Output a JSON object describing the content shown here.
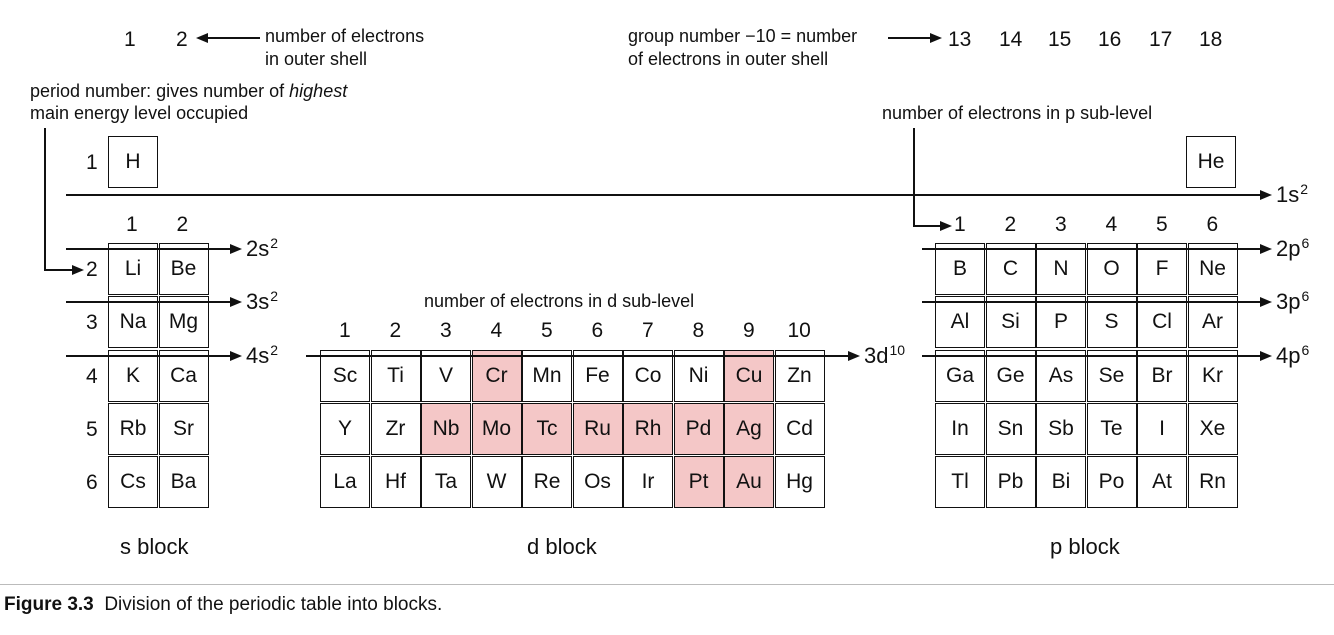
{
  "labels": {
    "top_group_1": "1",
    "top_group_2": "2",
    "outer_shell_note_line1": "number of electrons",
    "outer_shell_note_line2": "in outer shell",
    "group_minus_note_line1": "group number −10 = number",
    "group_minus_note_line2": "of electrons in outer shell",
    "top_groups_p": [
      "13",
      "14",
      "15",
      "16",
      "17",
      "18"
    ],
    "period_note_line1": "period number: gives number of",
    "period_note_italic": "highest",
    "period_note_line2": "main energy level occupied",
    "p_sublevel_note": "number of electrons in p sub-level",
    "d_sublevel_note": "number of electrons in d sub-level",
    "period_1": "1",
    "s_block_groups": [
      "1",
      "2"
    ],
    "d_block_groups": [
      "1",
      "2",
      "3",
      "4",
      "5",
      "6",
      "7",
      "8",
      "9",
      "10"
    ],
    "p_block_groups": [
      "1",
      "2",
      "3",
      "4",
      "5",
      "6"
    ],
    "periods": [
      "2",
      "3",
      "4",
      "5",
      "6"
    ],
    "orbital_1s": "1s",
    "orbital_1s_sup": "2",
    "orbital_2s": "2s",
    "orbital_2s_sup": "2",
    "orbital_3s": "3s",
    "orbital_3s_sup": "2",
    "orbital_4s": "4s",
    "orbital_4s_sup": "2",
    "orbital_3d": "3d",
    "orbital_3d_sup": "10",
    "orbital_2p": "2p",
    "orbital_2p_sup": "6",
    "orbital_3p": "3p",
    "orbital_3p_sup": "6",
    "orbital_4p": "4p",
    "orbital_4p_sup": "6",
    "s_block": "s block",
    "d_block": "d block",
    "p_block": "p block"
  },
  "elements": {
    "H": "H",
    "He": "He",
    "s_block": [
      [
        "Li",
        "Be"
      ],
      [
        "Na",
        "Mg"
      ],
      [
        "K",
        "Ca"
      ],
      [
        "Rb",
        "Sr"
      ],
      [
        "Cs",
        "Ba"
      ]
    ],
    "d_block": [
      [
        "Sc",
        "Ti",
        "V",
        "Cr",
        "Mn",
        "Fe",
        "Co",
        "Ni",
        "Cu",
        "Zn"
      ],
      [
        "Y",
        "Zr",
        "Nb",
        "Mo",
        "Tc",
        "Ru",
        "Rh",
        "Pd",
        "Ag",
        "Cd"
      ],
      [
        "La",
        "Hf",
        "Ta",
        "W",
        "Re",
        "Os",
        "Ir",
        "Pt",
        "Au",
        "Hg"
      ]
    ],
    "d_block_highlighted": [
      [
        false,
        false,
        false,
        true,
        false,
        false,
        false,
        false,
        true,
        false
      ],
      [
        false,
        false,
        true,
        true,
        true,
        true,
        true,
        true,
        true,
        false
      ],
      [
        false,
        false,
        false,
        false,
        false,
        false,
        false,
        true,
        true,
        false
      ]
    ],
    "p_block": [
      [
        "B",
        "C",
        "N",
        "O",
        "F",
        "Ne"
      ],
      [
        "Al",
        "Si",
        "P",
        "S",
        "Cl",
        "Ar"
      ],
      [
        "Ga",
        "Ge",
        "As",
        "Se",
        "Br",
        "Kr"
      ],
      [
        "In",
        "Sn",
        "Sb",
        "Te",
        "I",
        "Xe"
      ],
      [
        "Tl",
        "Pb",
        "Bi",
        "Po",
        "At",
        "Rn"
      ]
    ]
  },
  "colors": {
    "highlight": "#f4c7c7",
    "line": "#111111"
  },
  "caption": {
    "label": "Figure 3.3",
    "text": "Division of the periodic table into blocks."
  }
}
